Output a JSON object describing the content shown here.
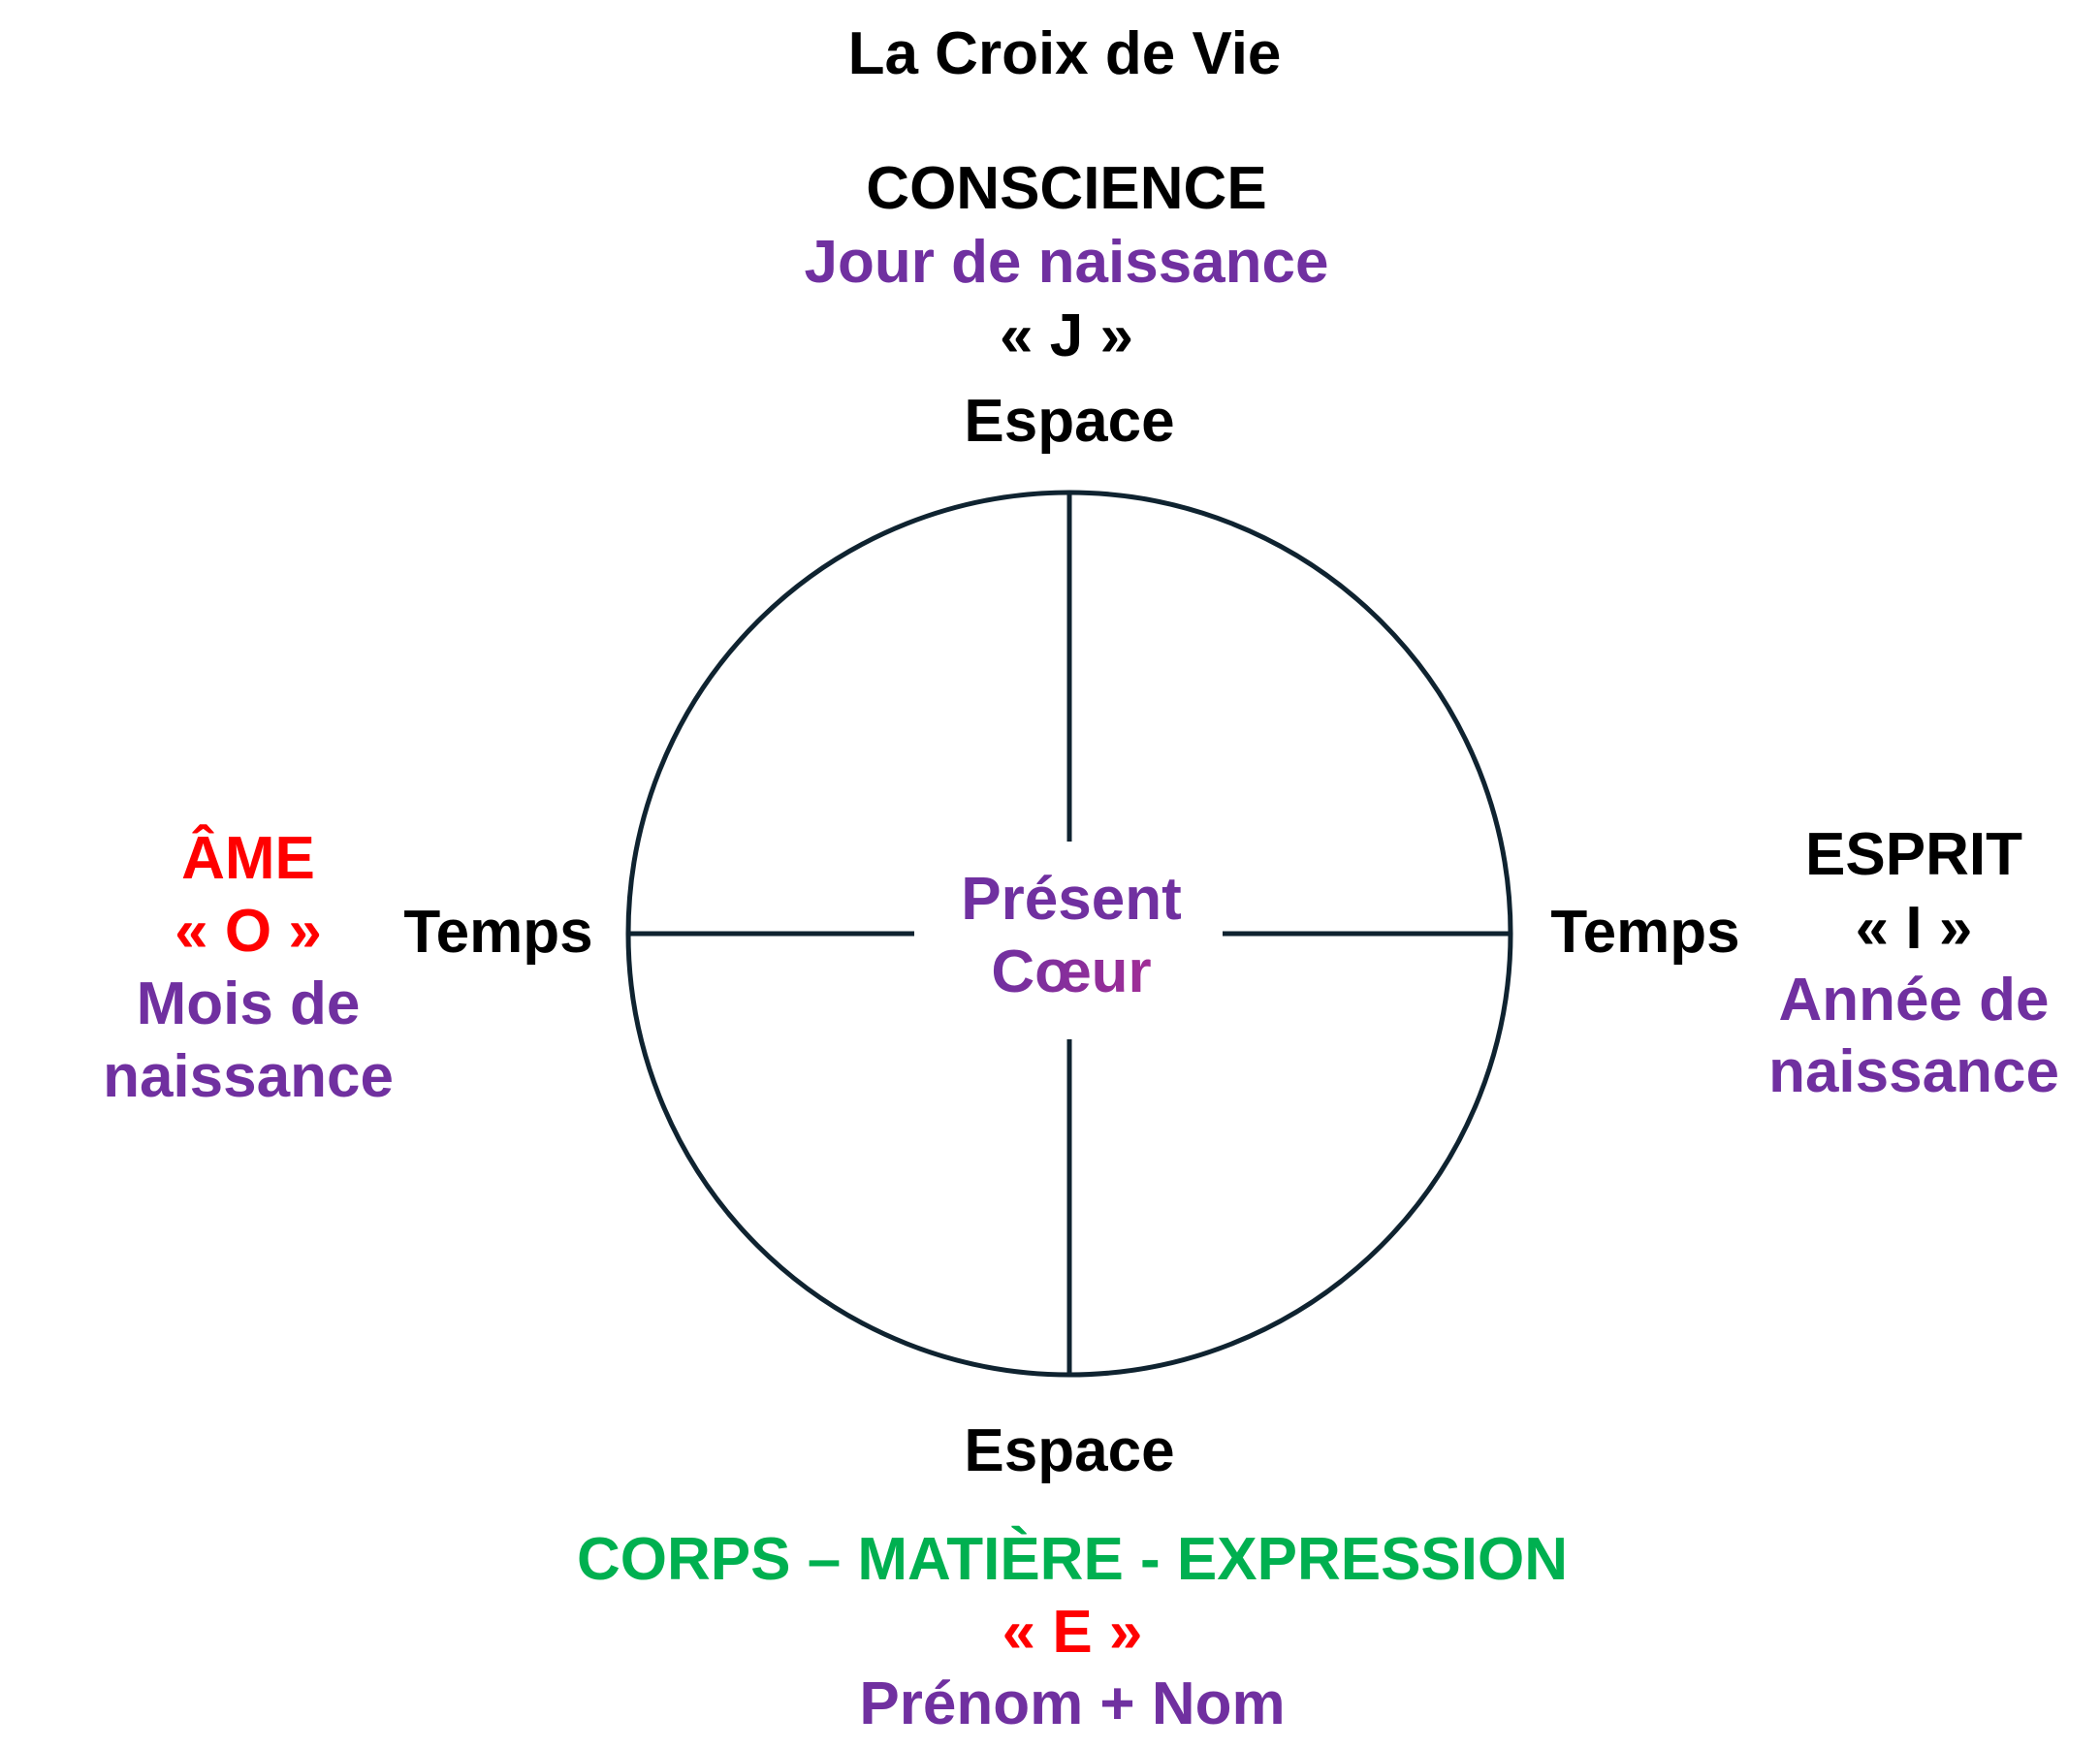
{
  "title": "La Croix de Vie",
  "colors": {
    "black": "#000000",
    "purple": "#7030a0",
    "red": "#ff0000",
    "green": "#00b050",
    "heart_gradient_end": "#a02d96",
    "circle_stroke": "#0f2330"
  },
  "top": {
    "heading": "CONSCIENCE",
    "subtitle": "Jour de naissance",
    "letter": "« J »",
    "axis_label": "Espace"
  },
  "left": {
    "heading": "ÂME",
    "letter": "« O »",
    "subtitle_line1": "Mois de",
    "subtitle_line2": "naissance",
    "axis_label": "Temps"
  },
  "right": {
    "heading": "ESPRIT",
    "letter": "« I »",
    "subtitle_line1": "Année de",
    "subtitle_line2": "naissance",
    "axis_label": "Temps"
  },
  "center": {
    "line1": "Présent",
    "line2": "Cœur"
  },
  "bottom": {
    "axis_label": "Espace",
    "heading": "CORPS – MATIÈRE - EXPRESSION",
    "letter": "« E »",
    "subtitle": "Prénom + Nom"
  }
}
